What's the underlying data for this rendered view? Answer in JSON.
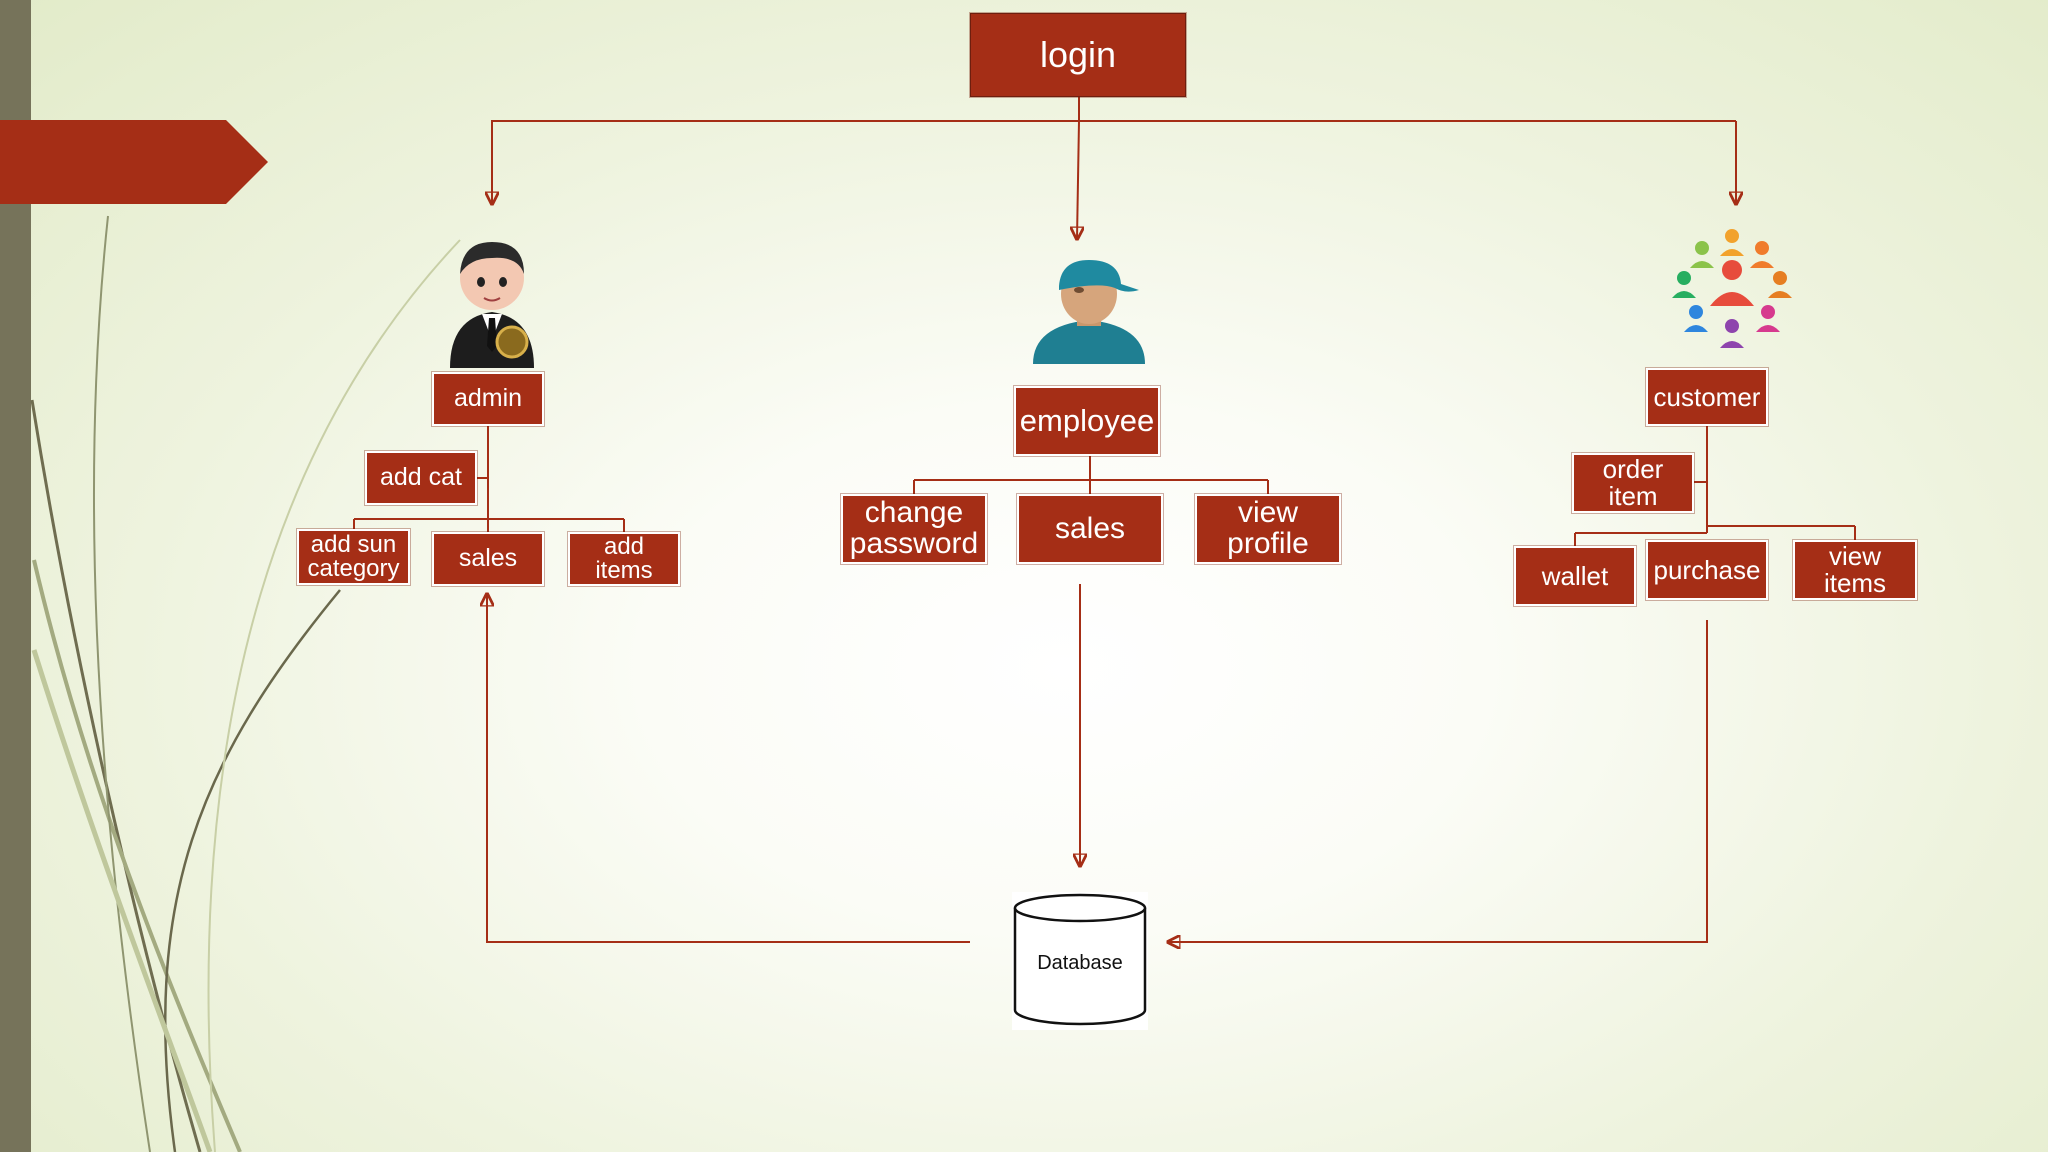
{
  "diagram": {
    "title_node": {
      "label": "login"
    },
    "roles": [
      {
        "id": "admin",
        "label": "admin",
        "icon": "admin-person-icon",
        "children": [
          {
            "id": "add-cat",
            "label": "add cat"
          },
          {
            "id": "add-sub-category",
            "label": "add sun category"
          },
          {
            "id": "admin-sales",
            "label": "sales"
          },
          {
            "id": "add-items",
            "label": "add items"
          }
        ]
      },
      {
        "id": "employee",
        "label": "employee",
        "icon": "employee-worker-icon",
        "children": [
          {
            "id": "change-password",
            "label": "change password"
          },
          {
            "id": "employee-sales",
            "label": "sales"
          },
          {
            "id": "view-profile",
            "label": "view profile"
          }
        ]
      },
      {
        "id": "customer",
        "label": "customer",
        "icon": "customer-group-icon",
        "children": [
          {
            "id": "order-item",
            "label": "order item"
          },
          {
            "id": "wallet",
            "label": "wallet"
          },
          {
            "id": "purchase",
            "label": "purchase"
          },
          {
            "id": "view-items",
            "label": "view items"
          }
        ]
      }
    ],
    "database": {
      "label": "Database",
      "icon": "database-cylinder-icon"
    }
  },
  "colors": {
    "node_fill": "#a52e16",
    "node_text": "#ffffff",
    "edge": "#a52e16",
    "left_bar": "#76735a",
    "accent_tab": "#a52e16"
  }
}
